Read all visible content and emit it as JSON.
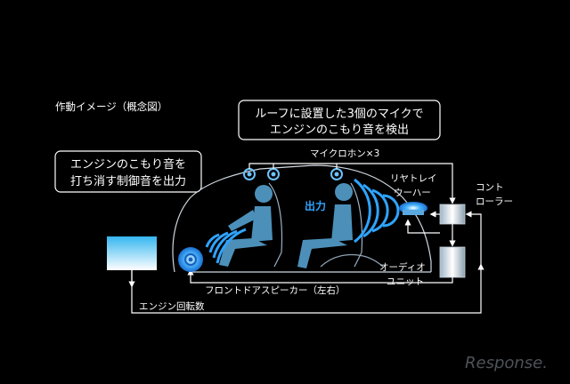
{
  "title": "作動イメージ（概念図）",
  "callout_mics": {
    "line1": "ルーフに設置した3個のマイクで",
    "line2": "エンジンのこもり音を検出"
  },
  "callout_cancel": {
    "line1": "エンジンのこもり音を",
    "line2": "打ち消す制御音を出力"
  },
  "mic_label": "マイクロホン×3",
  "output_label": "出力",
  "rear_woofer": {
    "line1": "リヤトレイ",
    "line2": "ウーハー"
  },
  "controller": {
    "line1": "コント",
    "line2": "ローラー"
  },
  "audio_unit": {
    "line1": "オーディオ",
    "line2": "ユニット"
  },
  "front_speaker_label": "フロントドアスピーカー（左右）",
  "engine_rpm_label": "エンジン回転数",
  "watermark": "Response.",
  "colors": {
    "accent": "#2fa4ff",
    "line": "#ffffff",
    "background": "#000000"
  }
}
